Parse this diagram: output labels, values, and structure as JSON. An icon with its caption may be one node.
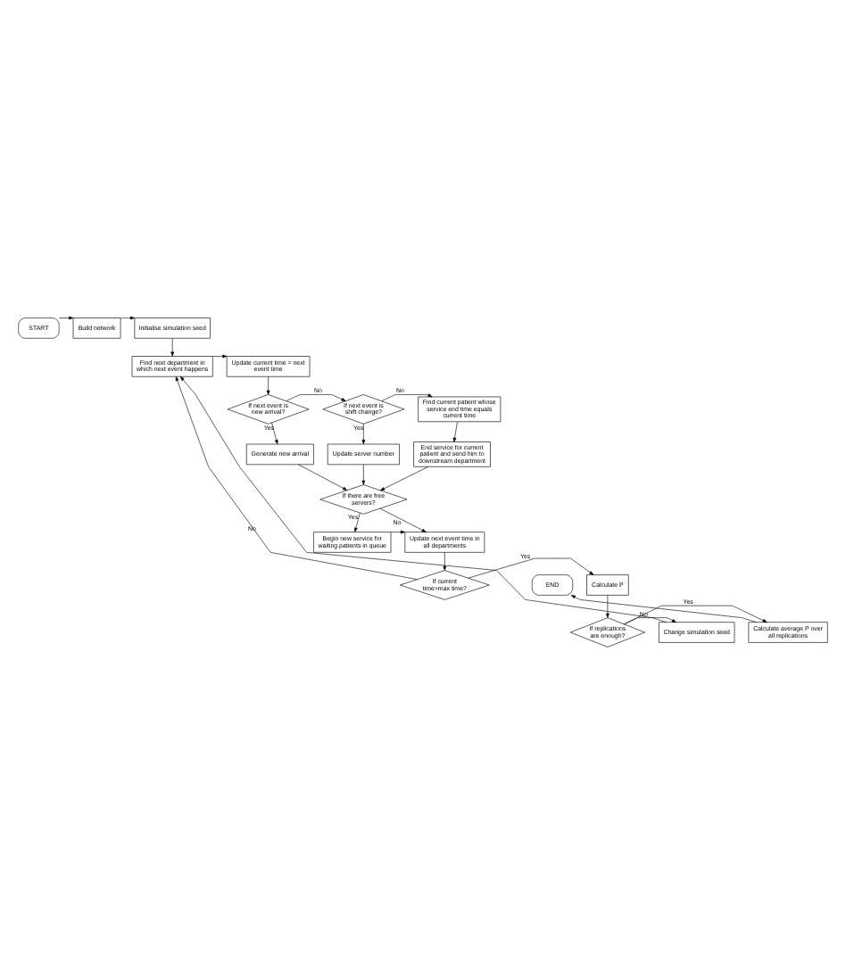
{
  "diagram": {
    "nodes": [
      {
        "text": [
          "START"
        ]
      },
      {
        "text": [
          "Build network"
        ]
      },
      {
        "text": [
          "Initialise simulation seed"
        ]
      },
      {
        "text": [
          "Find next department in which next event happens"
        ]
      },
      {
        "text": [
          "Update current time = next event time"
        ]
      },
      {
        "text": [
          "If next event is new arrival?"
        ]
      },
      {
        "text": [
          "If next event is shift change?"
        ]
      },
      {
        "text": [
          "Find current patient whose service end time equals current time"
        ]
      },
      {
        "text": [
          "Generate new arrival"
        ]
      },
      {
        "text": [
          "Update server number"
        ]
      },
      {
        "text": [
          "End service for current patient and send him to downstream department"
        ]
      },
      {
        "text": [
          "If there are free servers?"
        ]
      },
      {
        "text": [
          "Begin new service for waiting patients in queue"
        ]
      },
      {
        "text": [
          "Update next event time in all departments"
        ]
      },
      {
        "text": [
          "END"
        ]
      },
      {
        "text": [
          "Calculate P"
        ]
      },
      {
        "text": [
          "If current time>max time?"
        ]
      },
      {
        "text": [
          "Calculate average P over all replications"
        ]
      },
      {
        "text": [
          "If replications are enough?"
        ]
      },
      {
        "text": [
          "Change simulation seed"
        ]
      }
    ],
    "edges": [
      {
        "from": 0,
        "to": 1,
        "arrow": "to"
      },
      {
        "from": 1,
        "to": 2,
        "arrow": "to"
      },
      {
        "from": 2,
        "to": 3,
        "arrow": "to"
      },
      {
        "from": 3,
        "to": 4,
        "arrow": "to"
      },
      {
        "from": 4,
        "to": 5,
        "arrow": "to"
      },
      {
        "from": 5,
        "to": 6,
        "arrow": "to",
        "label": "No"
      },
      {
        "from": 6,
        "to": 7,
        "arrow": "to",
        "label": "No"
      },
      {
        "from": 5,
        "to": 8,
        "arrow": "to",
        "label": "Yes"
      },
      {
        "from": 6,
        "to": 9,
        "arrow": "to",
        "label": "Yes"
      },
      {
        "from": 7,
        "to": 10,
        "arrow": "to"
      },
      {
        "from": 8,
        "to": 11,
        "arrow": "to"
      },
      {
        "from": 9,
        "to": 11,
        "arrow": "to"
      },
      {
        "from": 10,
        "to": 11,
        "arrow": "to"
      },
      {
        "from": 11,
        "to": 12,
        "arrow": "to",
        "label": "Yes"
      },
      {
        "from": 11,
        "to": 13,
        "arrow": "to",
        "label": "No"
      },
      {
        "from": 12,
        "to": 13,
        "arrow": "to"
      },
      {
        "from": 13,
        "to": 16,
        "arrow": "to"
      },
      {
        "from": 16,
        "to": 15,
        "arrow": "to",
        "label": "Yes"
      },
      {
        "from": 16,
        "to": 3,
        "arrow": "to",
        "label": "No"
      },
      {
        "from": 15,
        "to": 18,
        "arrow": "to"
      },
      {
        "from": 18,
        "to": 17,
        "arrow": "to",
        "label": "Yes"
      },
      {
        "from": 18,
        "to": 19,
        "arrow": "to",
        "label": "No"
      },
      {
        "from": 19,
        "to": 3,
        "arrow": "to"
      },
      {
        "from": 17,
        "to": 14,
        "arrow": "to"
      }
    ]
  }
}
